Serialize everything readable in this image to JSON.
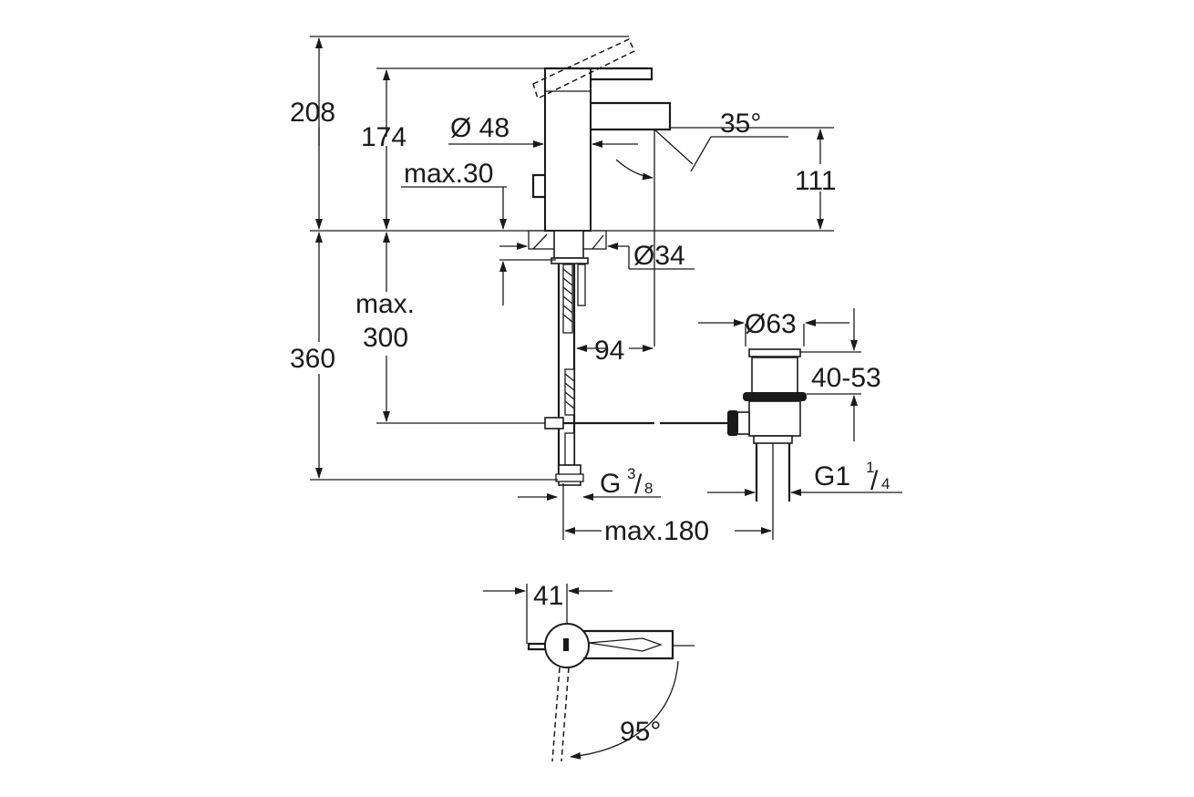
{
  "dimensions": {
    "overall_height": "208",
    "lever_height": "174",
    "body_diameter": "Ø 48",
    "spout_angle": "35°",
    "spout_height": "111",
    "deck_thickness": "max.30",
    "hole_diameter": "Ø34",
    "hose_length_label_1": "max.",
    "hose_length_label_2": "300",
    "below_deck": "360",
    "spout_reach": "94",
    "waste_diameter": "Ø63",
    "waste_range": "40-53",
    "waste_thread_main": "G1",
    "waste_thread_num": "1",
    "waste_thread_den": "4",
    "supply_thread_main": "G",
    "supply_thread_num": "3",
    "supply_thread_den": "8",
    "rod_length": "max.180",
    "top_offset": "41",
    "lever_rotation": "95°"
  },
  "colors": {
    "line": "#1a1a1a",
    "background": "#ffffff"
  }
}
